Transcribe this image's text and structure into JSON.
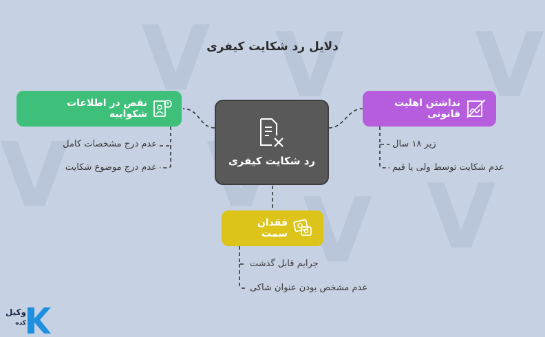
{
  "title": "دلایل رد شکایت کیفری",
  "center": {
    "label": "رد شکایت کیفری",
    "icon": "document-x-icon"
  },
  "branches": {
    "green": {
      "label": "نقص در اطلاعات شکواییه",
      "icon": "person-clipboard-alert-icon",
      "color": "#3fc07a",
      "items": [
        "عدم درج مشخصات کامل",
        "عدم درج موضوع شکایت"
      ]
    },
    "purple": {
      "label": "نداشتن اهلیت قانونی",
      "icon": "signature-slash-icon",
      "color": "#b65ddd",
      "items": [
        "زیر ۱۸ سال",
        "عدم شکایت توسط ولی یا قیم"
      ]
    },
    "yellow": {
      "label": "فقدان سمت",
      "icon": "id-card-icon",
      "color": "#dcc41a",
      "items": [
        "جرایم قابل گذشت",
        "عدم مشخص بودن عنوان شاکی"
      ]
    }
  },
  "brand": {
    "line1": "وکیل",
    "line2": "کده",
    "logo_letter": "K",
    "color": "#1f8fe0"
  }
}
